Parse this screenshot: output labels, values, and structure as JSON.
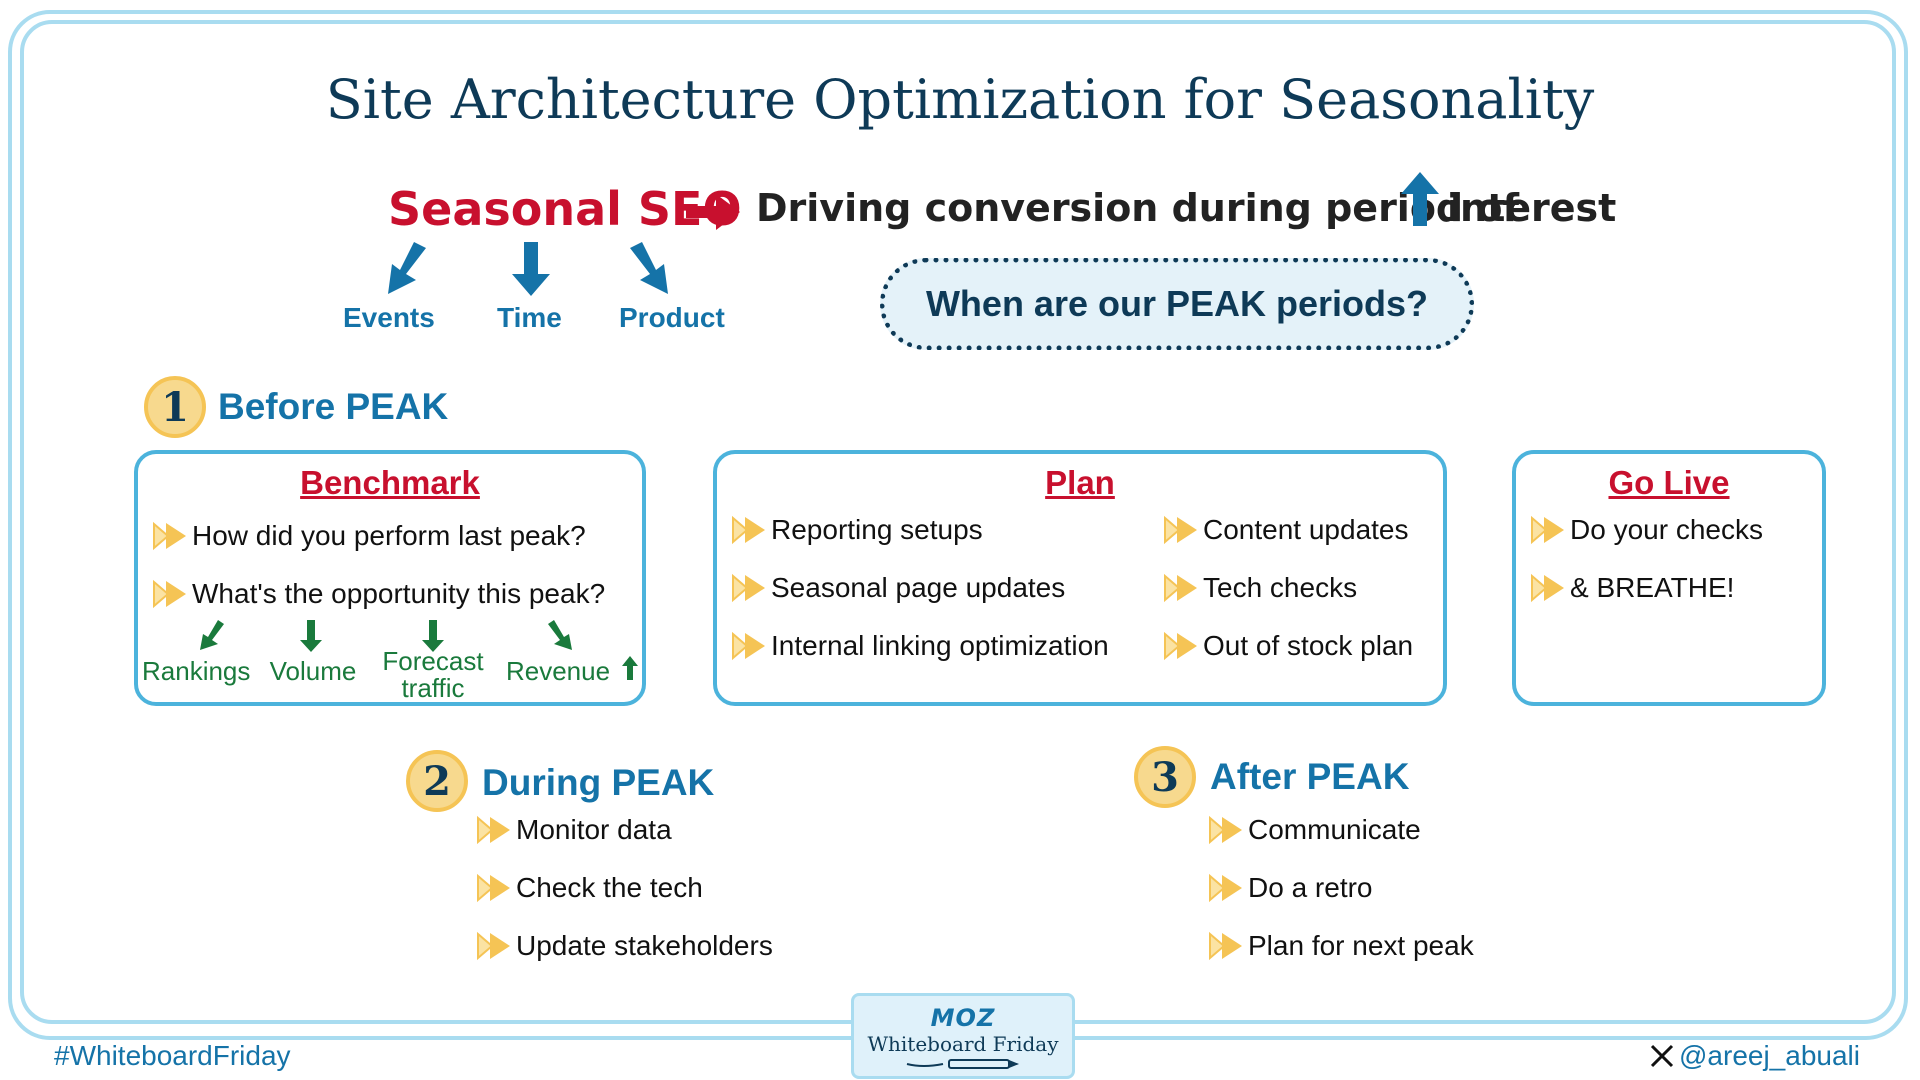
{
  "title": "Site Architecture Optimization for Seasonality",
  "headline": {
    "seasonal_seo": "Seasonal SEO",
    "driving": "Driving conversion during period of",
    "interest": "interest"
  },
  "dimensions": [
    "Events",
    "Time",
    "Product"
  ],
  "peak_question": "When are our PEAK periods?",
  "before": {
    "number": "1",
    "heading": "Before PEAK",
    "benchmark": {
      "title": "Benchmark",
      "items": [
        "How did you perform last peak?",
        "What's the opportunity this peak?"
      ],
      "metrics": [
        "Rankings",
        "Volume",
        "Forecast traffic",
        "Revenue"
      ]
    },
    "plan": {
      "title": "Plan",
      "items_left": [
        "Reporting setups",
        "Seasonal page updates",
        "Internal linking optimization"
      ],
      "items_right": [
        "Content updates",
        "Tech checks",
        "Out of stock plan"
      ]
    },
    "golive": {
      "title": "Go Live",
      "items": [
        "Do your checks",
        "& BREATHE!"
      ]
    }
  },
  "during": {
    "number": "2",
    "heading": "During PEAK",
    "items": [
      "Monitor data",
      "Check the tech",
      "Update stakeholders"
    ]
  },
  "after": {
    "number": "3",
    "heading": "After PEAK",
    "items": [
      "Communicate",
      "Do a retro",
      "Plan for next peak"
    ]
  },
  "footer": {
    "hashtag": "#WhiteboardFriday",
    "handle": "@areej_abuali",
    "logo_top": "MOZ",
    "logo_bottom": "Whiteboard Friday"
  },
  "colors": {
    "navy": "#0e3a57",
    "blue": "#1573a8",
    "red": "#c8102e",
    "green": "#1a7a3c",
    "frame": "#a9dcf0",
    "bullet": "#f5c455"
  },
  "icons": [
    "arrow-right-icon",
    "arrow-up-icon",
    "arrow-down-icon",
    "play-bullet-icon",
    "x-logo-icon"
  ]
}
